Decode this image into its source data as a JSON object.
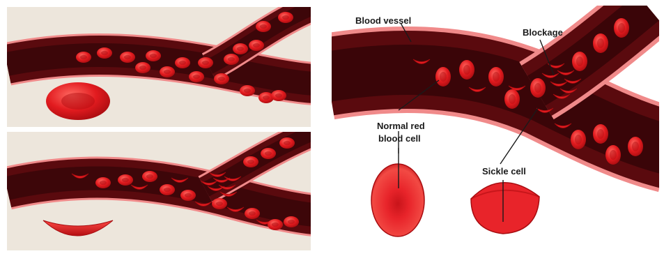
{
  "labels": {
    "blood_vessel": "Blood vessel",
    "blockage": "Blockage",
    "normal_rbc_line1": "Normal red",
    "normal_rbc_line2": "blood cell",
    "sickle_cell": "Sickle cell"
  },
  "colors": {
    "panel_background": "#ede6dc",
    "vessel_wall": "#f08a8a",
    "vessel_outer": "#5a0a0e",
    "vessel_lumen": "#3a0508",
    "red_cell": "#e21b1f",
    "red_cell_dark": "#b10d12",
    "red_cell_light": "#ff5a55"
  },
  "icons": [
    "normal-red-blood-cell",
    "sickle-red-blood-cell",
    "cell-blockage-cluster"
  ]
}
